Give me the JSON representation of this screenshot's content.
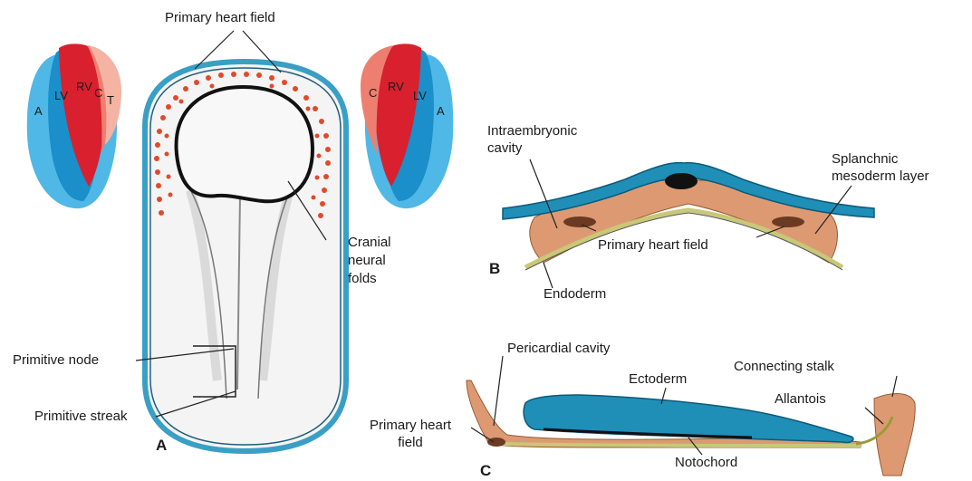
{
  "labels": {
    "primary_heart_field_top": "Primary heart field",
    "cranial_neural_folds": [
      "Cranial",
      "neural",
      "folds"
    ],
    "primitive_node": "Primitive node",
    "primitive_streak": "Primitive streak",
    "intraembryonic_cavity": [
      "Intraembryonic",
      "cavity"
    ],
    "splanchnic_mesoderm": [
      "Splanchnic",
      "mesoderm layer"
    ],
    "primary_heart_field_b": "Primary heart field",
    "endoderm": "Endoderm",
    "pericardial_cavity": "Pericardial cavity",
    "ectoderm": "Ectoderm",
    "connecting_stalk": "Connecting stalk",
    "allantois": "Allantois",
    "primary_heart_field_c": [
      "Primary heart",
      "field"
    ],
    "notochord": "Notochord"
  },
  "panels": {
    "a": "A",
    "b": "B",
    "c": "C"
  },
  "left_map": {
    "a": "A",
    "lv": "LV",
    "rv": "RV",
    "c": "C",
    "t": "T"
  },
  "right_map": {
    "c": "C",
    "rv": "RV",
    "lv": "LV",
    "a": "A"
  },
  "colors": {
    "light_blue": "#4fb8e6",
    "dark_blue": "#1a8fc9",
    "red": "#d8202e",
    "salmon": "#ee7f70",
    "pale_salmon": "#f5b3a3",
    "ectoderm_blue": "#1f8fb8",
    "mesoderm_tan": "#dd9a72",
    "endoderm_yellow": "#c8c878"
  }
}
